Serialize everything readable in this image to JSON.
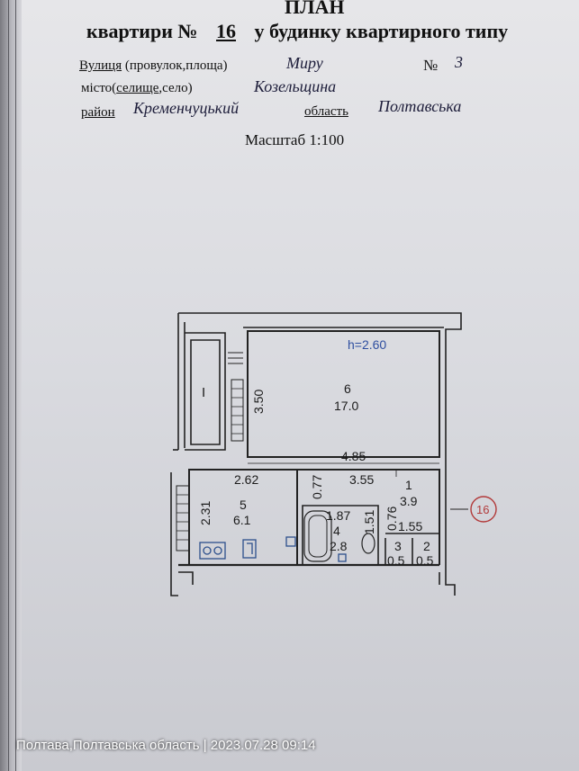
{
  "header": {
    "title": "ПЛАН",
    "subtitle_pre": "квартири №",
    "apt_number": "16",
    "subtitle_post": "у будинку квартирного типу"
  },
  "address": {
    "street_label": "Вулиця",
    "street_label_rest": "(провулок,площа)",
    "street": "Миру",
    "house_label": "№",
    "house": "3",
    "city_label_pre": "місто(",
    "city_label_ul": "селище",
    "city_label_post": ",село)",
    "city": "Козельщина",
    "district_label": "район",
    "district": "Кременчуцький",
    "region_label": "область",
    "region": "Полтавська"
  },
  "scale": "Масштаб  1:100",
  "plan": {
    "height_note": "h=2.60",
    "balcony": "I",
    "dim_350": "3.50",
    "dim_485": "4.85",
    "dim_262": "2.62",
    "dim_077": "0.77",
    "dim_355": "3.55",
    "dim_231": "2.31",
    "dim_187": "1.87",
    "dim_151": "1.51",
    "dim_076": "0.76",
    "dim_155": "1.55",
    "room6_no": "6",
    "room6_area": "17.0",
    "room5_no": "5",
    "room5_area": "6.1",
    "room4_no": "4",
    "room4_area": "2.8",
    "room1_no": "1",
    "room1_area": "3.9",
    "room3_no": "3",
    "room3_area": "0.5",
    "room2_no": "2",
    "room2_area": "0.5",
    "stamp": "16"
  },
  "photo_overlay": "Полтава,Полтавська область  |  2023.07.28 09:14"
}
